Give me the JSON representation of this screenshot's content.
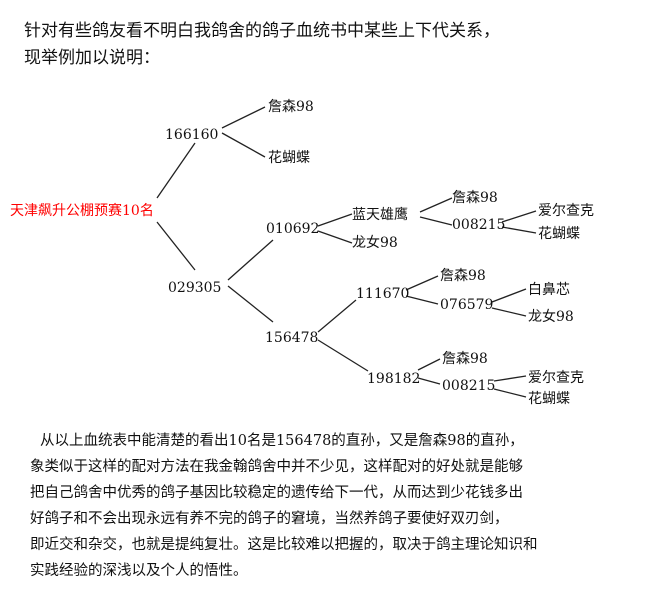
{
  "intro": {
    "line1": "针对有些鸽友看不明白我鸽舍的鸽子血统书中某些上下代关系，",
    "line2": "现举例加以说明："
  },
  "pedigree": {
    "root": {
      "label": "天津飙升公棚预赛10名",
      "color": "#ff0000"
    },
    "nodes": {
      "n166160": "166160",
      "n166160_sire": "詹森98",
      "n166160_dam": "花蝴蝶",
      "n029305": "029305",
      "n010692": "010692",
      "n010692_sire": "蓝天雄鹰",
      "n010692_dam": "龙女98",
      "n_lt_sire": "詹森98",
      "n_lt_dam": "008215",
      "n_lt_dam_sire": "爱尔查克",
      "n_lt_dam_dam": "花蝴蝶",
      "n156478": "156478",
      "n111670": "111670",
      "n111670_sire": "詹森98",
      "n076579": "076579",
      "n076579_sire": "白鼻芯",
      "n076579_dam": "龙女98",
      "n198182": "198182",
      "n198182_sire": "詹森98",
      "n198182_dam": "008215",
      "n198182_dam_sire": "爱尔查克",
      "n198182_dam_dam": "花蝴蝶"
    }
  },
  "body": {
    "line1": "从以上血统表中能清楚的看出10名是156478的直孙，又是詹森98的直孙，",
    "line2": "象类似于这样的配对方法在我金翰鸽舍中并不少见，这样配对的好处就是能够",
    "line3": "把自己鸽舍中优秀的鸽子基因比较稳定的遗传给下一代，从而达到少花钱多出",
    "line4": "好鸽子和不会出现永远有养不完的鸽子的窘境，当然养鸽子要使好双刃剑，",
    "line5": "即近交和杂交，也就是提纯复壮。这是比较难以把握的，取决于鸽主理论知识和",
    "line6": "实践经验的深浅以及个人的悟性。"
  }
}
